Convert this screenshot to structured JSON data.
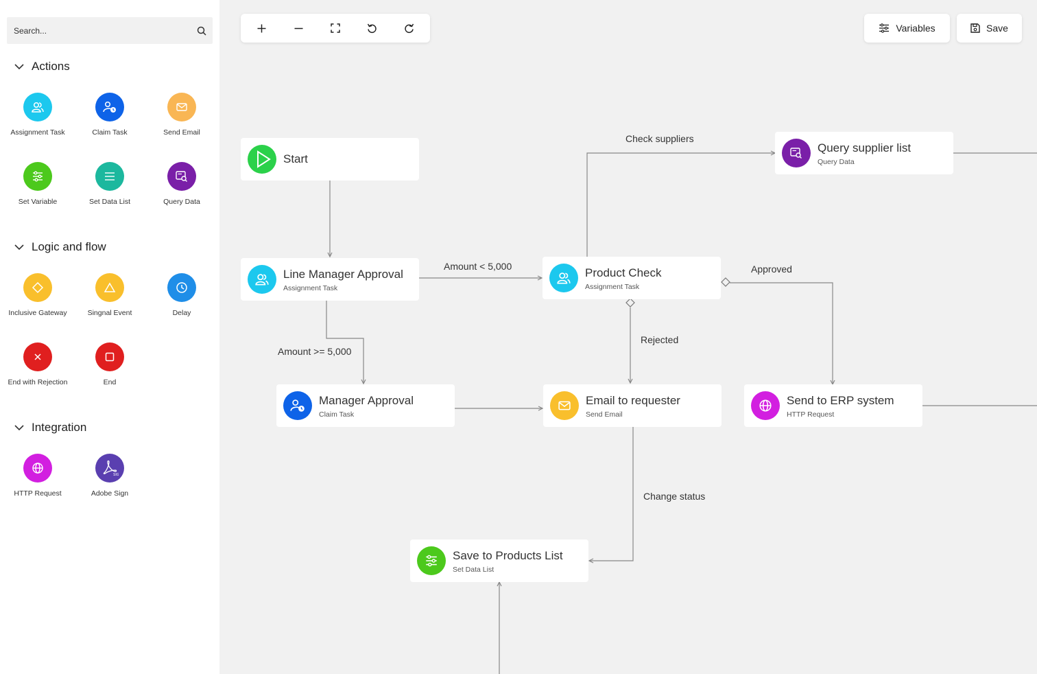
{
  "search": {
    "placeholder": "Search..."
  },
  "palette": {
    "actions": {
      "title": "Actions",
      "items": [
        {
          "label": "Assignment Task",
          "color": "#1cc8ee",
          "icon": "users-icon"
        },
        {
          "label": "Claim Task",
          "color": "#0e63e8",
          "icon": "user-clock-icon"
        },
        {
          "label": "Send Email",
          "color": "#f9b654",
          "icon": "mail-icon"
        },
        {
          "label": "Set Variable",
          "color": "#4cc91c",
          "icon": "sliders-icon"
        },
        {
          "label": "Set Data List",
          "color": "#1cb89e",
          "icon": "list-icon"
        },
        {
          "label": "Query Data",
          "color": "#7a1fa8",
          "icon": "query-data-icon"
        }
      ]
    },
    "logic": {
      "title": "Logic and flow",
      "items": [
        {
          "label": "Inclusive Gateway",
          "color": "#f9bf2c",
          "icon": "diamond-icon"
        },
        {
          "label": "Singnal Event",
          "color": "#f9bf2c",
          "icon": "triangle-icon"
        },
        {
          "label": "Delay",
          "color": "#1f8ee8",
          "icon": "clock-icon"
        },
        {
          "label": "End with Rejection",
          "color": "#e01f1f",
          "icon": "close-icon"
        },
        {
          "label": "End",
          "color": "#e01f1f",
          "icon": "square-icon"
        }
      ]
    },
    "integration": {
      "title": "Integration",
      "items": [
        {
          "label": "HTTP Request",
          "color": "#d21fe0",
          "icon": "globe-icon"
        },
        {
          "label": "Adobe Sign",
          "color": "#5a3fb0",
          "icon": "adobe-sign-icon"
        }
      ]
    }
  },
  "toolbar": {
    "variables_label": "Variables",
    "save_label": "Save"
  },
  "nodes": {
    "start": {
      "title": "Start",
      "color": "#2bd14a"
    },
    "line_manager": {
      "title": "Line Manager Approval",
      "subtitle": "Assignment Task",
      "color": "#1cc8ee"
    },
    "product_check": {
      "title": "Product Check",
      "subtitle": "Assignment Task",
      "color": "#1cc8ee"
    },
    "query_supplier": {
      "title": "Query supplier list",
      "subtitle": "Query Data",
      "color": "#7a1fa8"
    },
    "manager_approval": {
      "title": "Manager Approval",
      "subtitle": "Claim Task",
      "color": "#0e63e8"
    },
    "email_requester": {
      "title": "Email to requester",
      "subtitle": "Send Email",
      "color": "#f9bf2c"
    },
    "send_erp": {
      "title": "Send to ERP system",
      "subtitle": "HTTP Request",
      "color": "#d21fe0"
    },
    "save_products": {
      "title": "Save to Products List",
      "subtitle": "Set Data List",
      "color": "#4cc91c"
    }
  },
  "edge_labels": {
    "check_suppliers": "Check suppliers",
    "amount_lt": "Amount < 5,000",
    "approved": "Approved",
    "rejected": "Rejected",
    "amount_gte": "Amount >= 5,000",
    "change_status": "Change status"
  }
}
